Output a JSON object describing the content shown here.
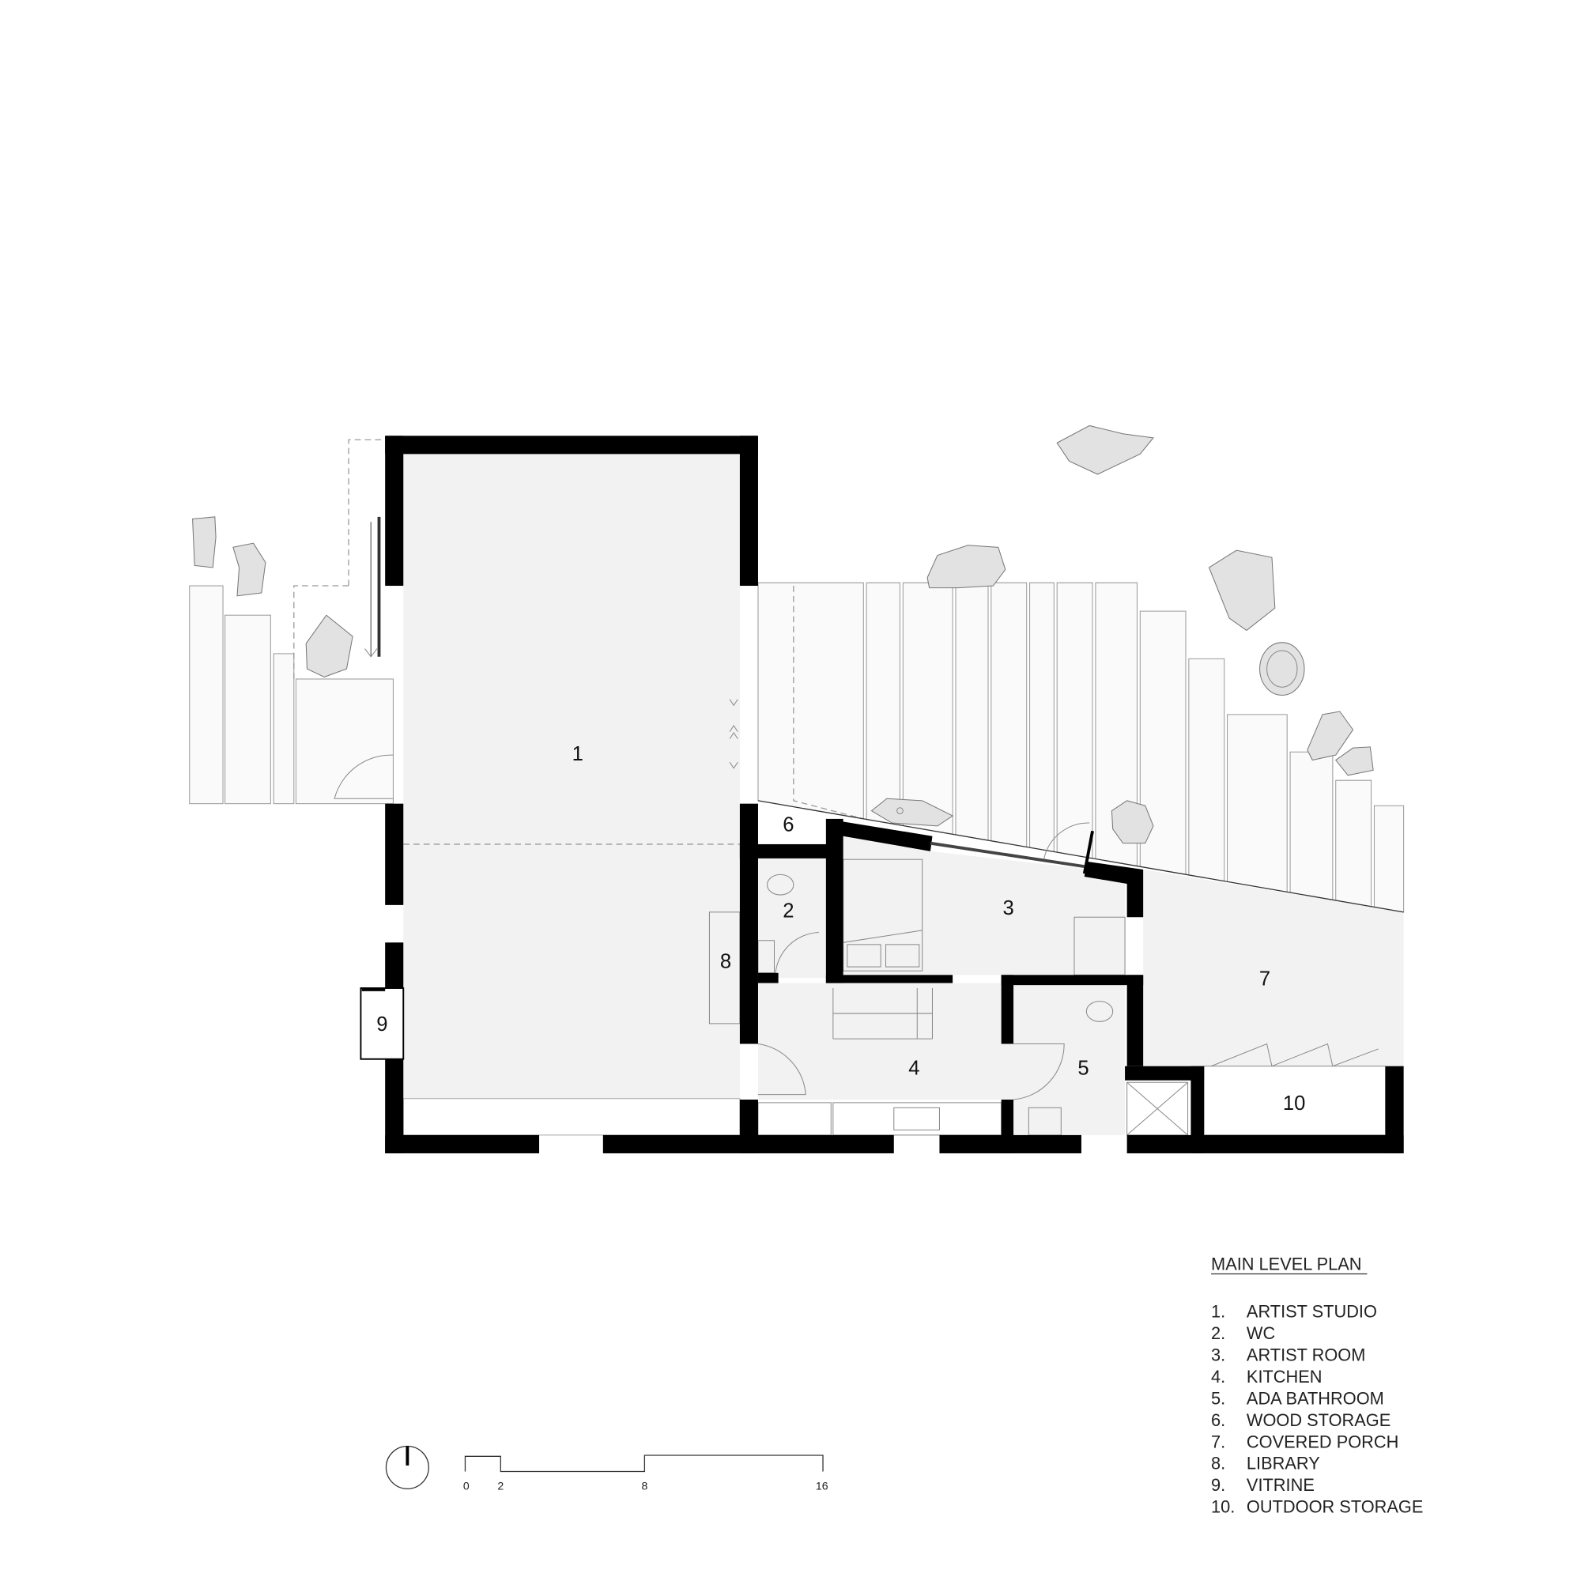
{
  "plan": {
    "title": "MAIN LEVEL PLAN",
    "room_labels": [
      "1",
      "2",
      "3",
      "4",
      "5",
      "6",
      "7",
      "8",
      "9",
      "10"
    ],
    "legend": [
      {
        "num": "1.",
        "name": "ARTIST STUDIO"
      },
      {
        "num": "2.",
        "name": "WC"
      },
      {
        "num": "3.",
        "name": "ARTIST ROOM"
      },
      {
        "num": "4.",
        "name": "KITCHEN"
      },
      {
        "num": "5.",
        "name": "ADA BATHROOM"
      },
      {
        "num": "6.",
        "name": "WOOD STORAGE"
      },
      {
        "num": "7.",
        "name": "COVERED PORCH"
      },
      {
        "num": "8.",
        "name": "LIBRARY"
      },
      {
        "num": "9.",
        "name": "VITRINE"
      },
      {
        "num": "10.",
        "name": "OUTDOOR STORAGE"
      }
    ],
    "scale_bar": {
      "ticks": [
        "0",
        "2",
        "8",
        "16"
      ]
    },
    "north_arrow": "north-arrow-icon"
  }
}
